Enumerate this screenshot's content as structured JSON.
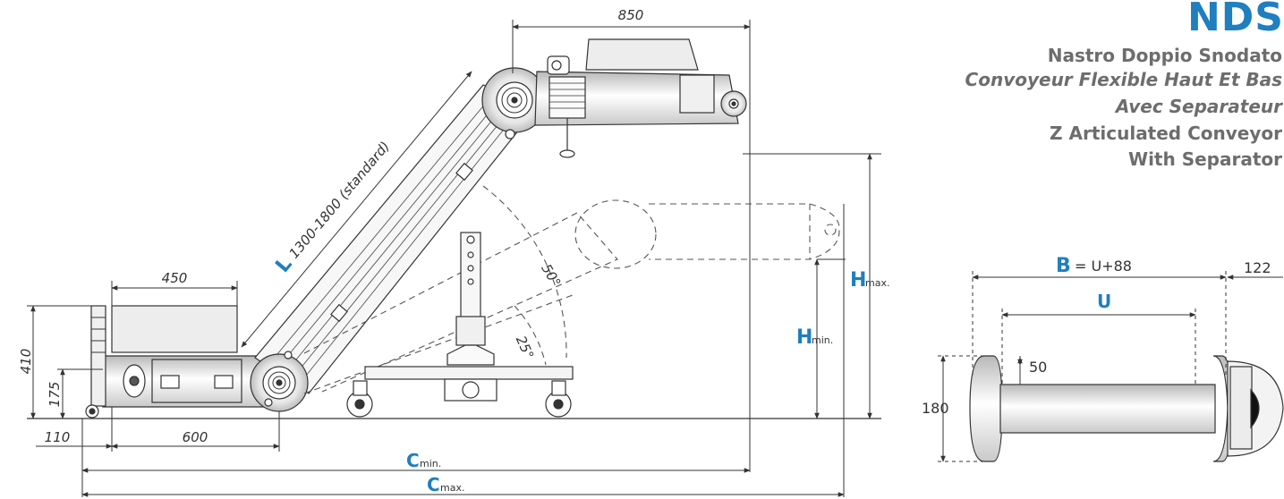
{
  "header": {
    "brand": "NDS",
    "lines": [
      "Nastro Doppio Snodato",
      "Convoyeur Flexible Haut Et Bas",
      "Avec Separateur",
      "Z Articulated Conveyor",
      "With Separator"
    ]
  },
  "side_view": {
    "dim_850": "850",
    "dim_450": "450",
    "dim_410": "410",
    "dim_175": "175",
    "dim_110": "110",
    "dim_600": "600",
    "length_letter": "L",
    "length_text": "1300-1800 (standard)",
    "angle_50": "50°",
    "angle_25": "25°",
    "hmax_letter": "H",
    "hmax_sub": "max.",
    "hmin_letter": "H",
    "hmin_sub": "min.",
    "cmin_letter": "C",
    "cmin_sub": "min.",
    "cmax_letter": "C",
    "cmax_sub": "max."
  },
  "section_view": {
    "b_letter": "B",
    "b_formula": "= U+88",
    "dim_122": "122",
    "u_letter": "U",
    "dim_50": "50",
    "dim_180": "180"
  },
  "colors": {
    "accent": "#1f7fbf",
    "subtitle": "#6d6d6d",
    "line": "#333333"
  }
}
